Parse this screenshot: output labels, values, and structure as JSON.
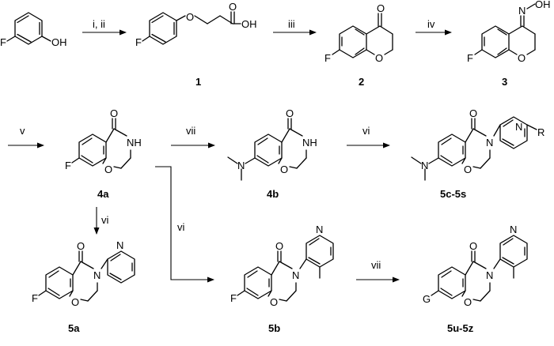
{
  "atoms": {
    "F": "F",
    "O": "O",
    "OH": "OH",
    "N": "N",
    "NH": "NH",
    "R": "R",
    "G": "G"
  },
  "reagents": {
    "r1": "i, ii",
    "r2": "iii",
    "r3": "iv",
    "r4": "v",
    "r5": "vii",
    "r6": "vi",
    "r7": "vi",
    "r8": "vi",
    "r9": "vii"
  },
  "compounds": {
    "c1": "1",
    "c2": "2",
    "c3": "3",
    "c4a": "4a",
    "c4b": "4b",
    "c5cs": "5c-5s",
    "c5a": "5a",
    "c5b": "5b",
    "c5uz": "5u-5z"
  }
}
